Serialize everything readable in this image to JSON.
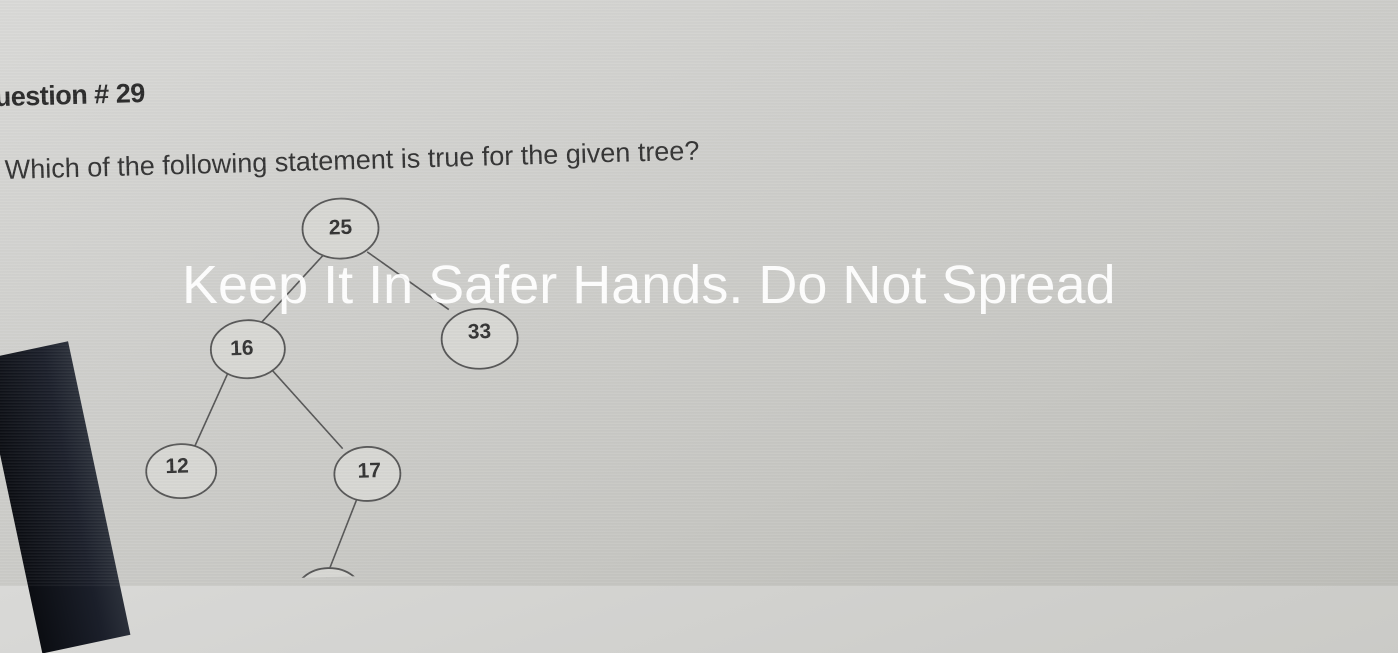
{
  "question": {
    "title": "uestion # 29",
    "prompt": "Which of the following statement is true for the given tree?"
  },
  "tree": {
    "nodes": [
      {
        "id": "root",
        "label": "25"
      },
      {
        "id": "left",
        "label": "16"
      },
      {
        "id": "right",
        "label": "33"
      },
      {
        "id": "left-left",
        "label": "12"
      },
      {
        "id": "left-right",
        "label": "17"
      }
    ],
    "edges": [
      [
        "root",
        "left"
      ],
      [
        "root",
        "right"
      ],
      [
        "left",
        "left-left"
      ],
      [
        "left",
        "left-right"
      ],
      [
        "left-right",
        "child-below"
      ]
    ]
  },
  "watermark": {
    "text": "Keep It In Safer Hands. Do Not Spread"
  },
  "colors": {
    "screen_background": "#cfcfcc",
    "text": "#333333",
    "watermark": "#ffffff"
  }
}
